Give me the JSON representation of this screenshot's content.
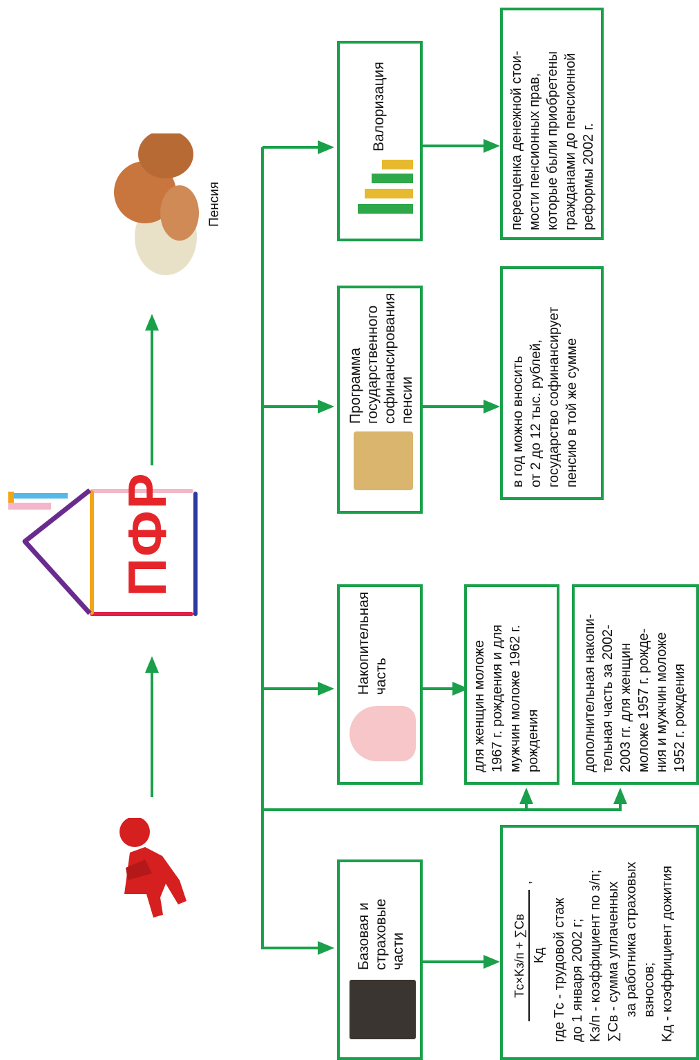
{
  "house": {
    "label": "ПФР"
  },
  "pension": {
    "label": "Пенсия"
  },
  "branches": [
    {
      "title": "Базовая и страховые части"
    },
    {
      "title": "Накопительная часть"
    },
    {
      "title": "Программа государственного софинансирования пенсии"
    },
    {
      "title": "Валоризация"
    }
  ],
  "formula": {
    "numerator": "Tс×Kз/п + ∑Cв",
    "denominator": "Kд",
    "comma": ",",
    "lines": [
      "где Tс - трудовой стаж",
      "до 1 января 2002 г;",
      "Kз/п - коэффициент по з/п;",
      "∑Cв - сумма уплаченных",
      "за работника страховых",
      "взносов;",
      "Kд - коэффициент дожития"
    ]
  },
  "accumulative_desc_1": [
    "для женщин моложе",
    "1967 г. рождения и для",
    "мужчин моложе 1962 г.",
    "рождения"
  ],
  "accumulative_desc_2": [
    "дополнительная накопи-",
    "тельная часть за 2002-",
    "2003 гг. для женщин",
    "моложе 1957 г. рожде-",
    "ния и мужчин моложе",
    "1952 г. рождения"
  ],
  "cofinancing_desc": [
    "в год можно вносить",
    "от 2 до 12 тыс. рублей,",
    "государство софинансирует",
    "пенсию в той же сумме"
  ],
  "valorization_desc": [
    "переоценка денежной стои-",
    "мости пенсионных прав,",
    "которые были приобретены",
    "гражданами до пенсионной",
    "реформы 2002 г."
  ],
  "colors": {
    "accent": "#1aa04a",
    "pfr": "#e5252a"
  }
}
